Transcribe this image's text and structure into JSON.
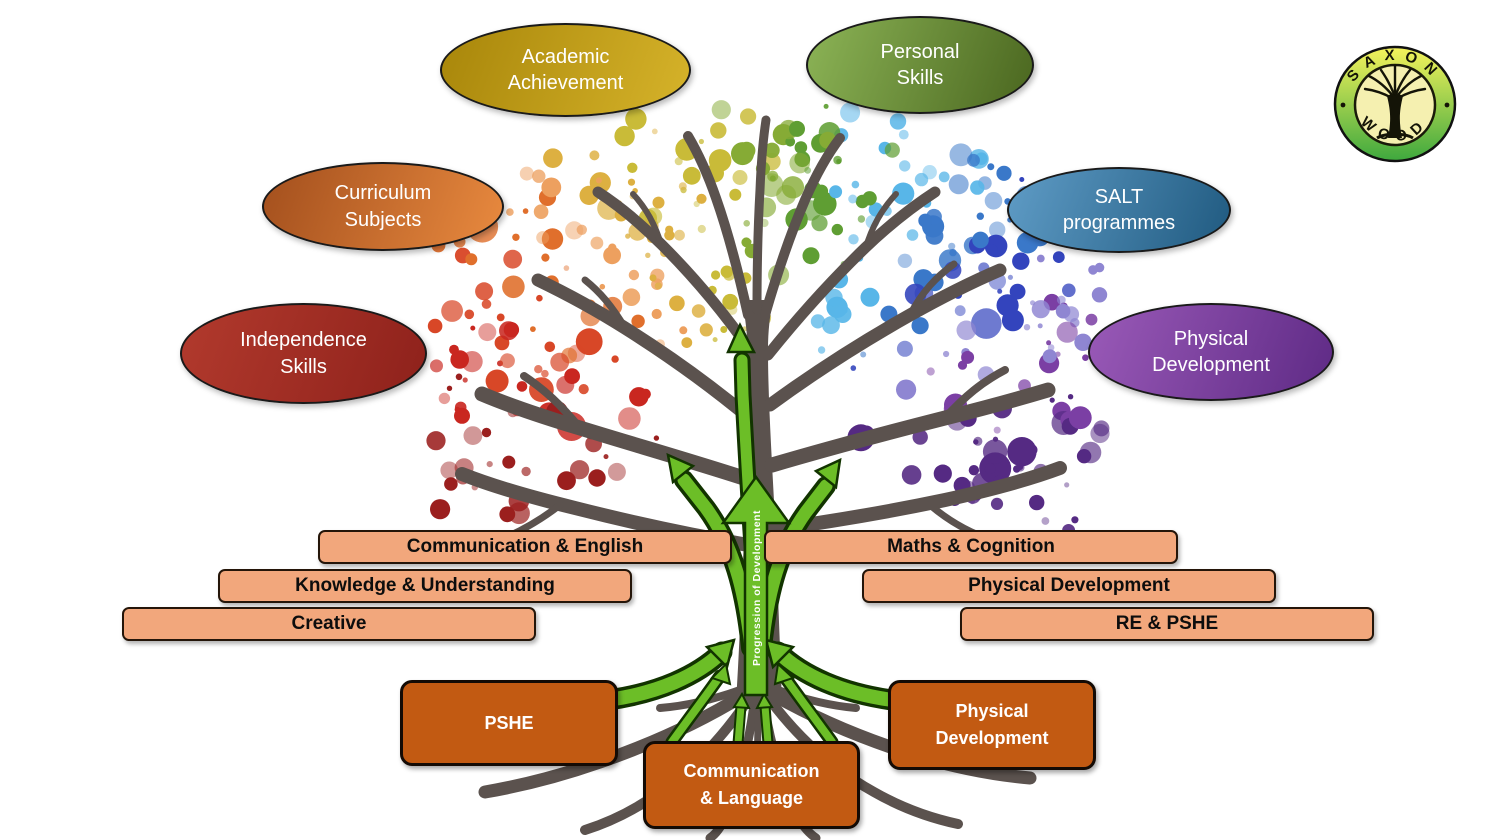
{
  "bubbles": [
    {
      "id": "academic",
      "lines": [
        "Academic",
        "Achievement"
      ],
      "color_from": "#a8860a",
      "color_to": "#d6b32a"
    },
    {
      "id": "personal",
      "lines": [
        "Personal",
        "Skills"
      ],
      "color_from": "#8cb456",
      "color_to": "#4a661f"
    },
    {
      "id": "curriculum",
      "lines": [
        "Curriculum",
        "Subjects"
      ],
      "color_from": "#a34f1d",
      "color_to": "#e98a3f"
    },
    {
      "id": "salt",
      "lines": [
        "SALT",
        "programmes"
      ],
      "color_from": "#5f9cc6",
      "color_to": "#205a80"
    },
    {
      "id": "independence",
      "lines": [
        "Independence",
        "Skills"
      ],
      "color_from": "#b23a2d",
      "color_to": "#8e211b"
    },
    {
      "id": "physical",
      "lines": [
        "Physical",
        "Development"
      ],
      "color_from": "#9a5ab8",
      "color_to": "#5e2a85"
    }
  ],
  "branch_bars": [
    {
      "id": "comm-english",
      "label": "Communication & English"
    },
    {
      "id": "knowledge",
      "label": "Knowledge & Understanding"
    },
    {
      "id": "creative",
      "label": "Creative"
    },
    {
      "id": "maths",
      "label": "Maths & Cognition"
    },
    {
      "id": "physical-dev",
      "label": "Physical Development"
    },
    {
      "id": "re-pshe",
      "label": "RE & PSHE"
    }
  ],
  "root_boxes": [
    {
      "id": "pshe",
      "lines": [
        "PSHE"
      ]
    },
    {
      "id": "comm-lang",
      "lines": [
        "Communication",
        "& Language"
      ]
    },
    {
      "id": "phys-dev",
      "lines": [
        "Physical",
        "Development"
      ]
    }
  ],
  "trunk_arrow": {
    "label": "Progression of Development"
  },
  "logo": {
    "top": "SAXON",
    "bottom": "WOOD"
  },
  "colors": {
    "bar_fill": "#f2a77c",
    "bar_border": "#241509",
    "bar_text": "#0d0d0d",
    "box_fill": "#c25a12",
    "box_border": "#140b05",
    "box_text": "#ffffff",
    "trunk": "#5b524e",
    "arrow_fill": "#6cbe27",
    "arrow_outline": "#123400",
    "logo_ring_from": "#f5f35c",
    "logo_ring_to": "#3ea83e",
    "logo_inner": "#f5f0b0",
    "logo_tree": "#141407",
    "tree_palette": [
      "#9b1f1e",
      "#c92720",
      "#d84727",
      "#e06f2c",
      "#eda05f",
      "#ddb041",
      "#c9bb38",
      "#86ab35",
      "#5f9e33",
      "#58b6e8",
      "#3a78c9",
      "#3344bd",
      "#8f86d2",
      "#7b3fa4",
      "#552a83"
    ]
  }
}
